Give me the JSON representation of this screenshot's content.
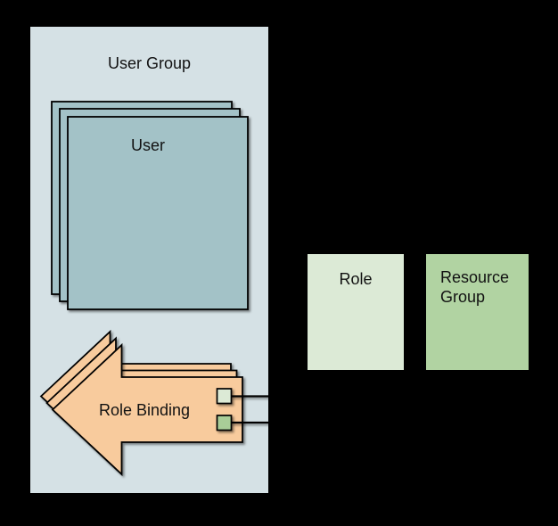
{
  "diagram": {
    "type": "stacked-shape diagram (RBAC: user group / role binding / role / resource group)",
    "colors": {
      "background": "#000000",
      "text": "#121212",
      "outline": "#000000",
      "connector": "#000000",
      "user_group_fill": "#d5e1e5",
      "user_fill": "#a3c2c7",
      "role_binding_fill": "#f8cb9d",
      "role_fill": "#dcead6",
      "resource_group_fill": "#b1d3a2",
      "role_ref_square_fill": "#dcead6",
      "resource_ref_square_fill": "#a9cd98"
    },
    "nodes": {
      "user_group": {
        "label": "User Group",
        "shape": "rectangle",
        "stack_count": 1
      },
      "user": {
        "label": "User",
        "shape": "rectangle",
        "stack_count": 3,
        "inside": "user_group"
      },
      "role_binding": {
        "label": "Role Binding",
        "shape": "left-arrow",
        "stack_count": 3,
        "inside": "user_group"
      },
      "role": {
        "label": "Role",
        "shape": "rectangle",
        "stack_count": 1
      },
      "resource_group": {
        "label": "Resource Group",
        "shape": "rectangle",
        "stack_count": 1
      }
    },
    "connectors": [
      {
        "from": "role_binding (light square marker)",
        "to": "role"
      },
      {
        "from": "role_binding (green square marker)",
        "to": "resource_group"
      }
    ]
  }
}
